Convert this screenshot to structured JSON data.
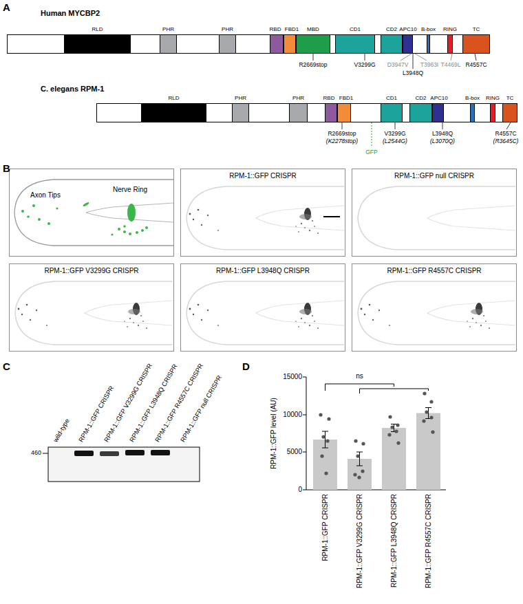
{
  "diagram": {
    "nodes": [
      {
        "text": [
          "Human MYCBP2"
        ]
      },
      {
        "text": [
          "RLD"
        ],
        "in": 0
      },
      {
        "text": [
          "PHR"
        ],
        "in": 0
      },
      {
        "text": [
          "PHR"
        ],
        "in": 0
      },
      {
        "text": [
          "RBD"
        ],
        "in": 0
      },
      {
        "text": [
          "FBD1"
        ],
        "in": 0
      },
      {
        "text": [
          "MBD"
        ],
        "in": 0
      },
      {
        "text": [
          "CD1"
        ],
        "in": 0
      },
      {
        "text": [
          "CD2"
        ],
        "in": 0
      },
      {
        "text": [
          "APC10"
        ],
        "in": 0
      },
      {
        "text": [
          "B-box"
        ],
        "in": 0
      },
      {
        "text": [
          "RING"
        ],
        "in": 0
      },
      {
        "text": [
          "TC"
        ],
        "in": 0
      },
      {
        "text": [
          "C. elegans RPM-1"
        ]
      },
      {
        "text": [
          "RLD"
        ],
        "in": 13
      },
      {
        "text": [
          "PHR"
        ],
        "in": 13
      },
      {
        "text": [
          "PHR"
        ],
        "in": 13
      },
      {
        "text": [
          "RBD"
        ],
        "in": 13
      },
      {
        "text": [
          "FBD1"
        ],
        "in": 13
      },
      {
        "text": [
          "CD1"
        ],
        "in": 13
      },
      {
        "text": [
          "CD2"
        ],
        "in": 13
      },
      {
        "text": [
          "APC10"
        ],
        "in": 13
      },
      {
        "text": [
          "B-box"
        ],
        "in": 13
      },
      {
        "text": [
          "RING"
        ],
        "in": 13
      },
      {
        "text": [
          "TC"
        ],
        "in": 13
      },
      {
        "text": [
          "Axon Tips",
          "Nerve Ring"
        ]
      },
      {
        "text": [
          "RPM-1::GFP CRISPR"
        ]
      },
      {
        "text": [
          "RPM-1::GFP null CRISPR"
        ]
      },
      {
        "text": [
          "RPM-1::GFP V3299G CRISPR"
        ]
      },
      {
        "text": [
          "RPM-1::GFP L3948Q CRISPR"
        ]
      },
      {
        "text": [
          "RPM-1::GFP R4557C CRISPR"
        ]
      }
    ],
    "labels": [
      "A",
      "R2669stop",
      "V3299G",
      "D3947V",
      "L3948Q",
      "T3963I",
      "T4469L",
      "R4557C",
      "R2669stop",
      "(K2278stop)",
      "V3299G",
      "(L2544G)",
      "L3948Q",
      "(L3070Q)",
      "R4557C",
      "(R3645C)",
      "GFP",
      "B",
      "C",
      "wild-type",
      "RPM-1::GFP CRISPR",
      "RPM-1::GFP V3299G CRISPR",
      "RPM-1::GFP L3948Q CRISPR",
      "RPM-1::GFP R4557C CRISPR",
      "RPM-1::GFP null CRISPR",
      "460",
      "D",
      "15000",
      "10000",
      "5000",
      "0",
      "RPM-1::GFP level (AU)",
      "ns",
      "RPM-1::GFP CRISPR",
      "RPM-1::GFP V3299G CRISPR",
      "RPM-1::GFP L3948Q CRISPR",
      "RPM-1::GFP R4557C CRISPR"
    ]
  }
}
